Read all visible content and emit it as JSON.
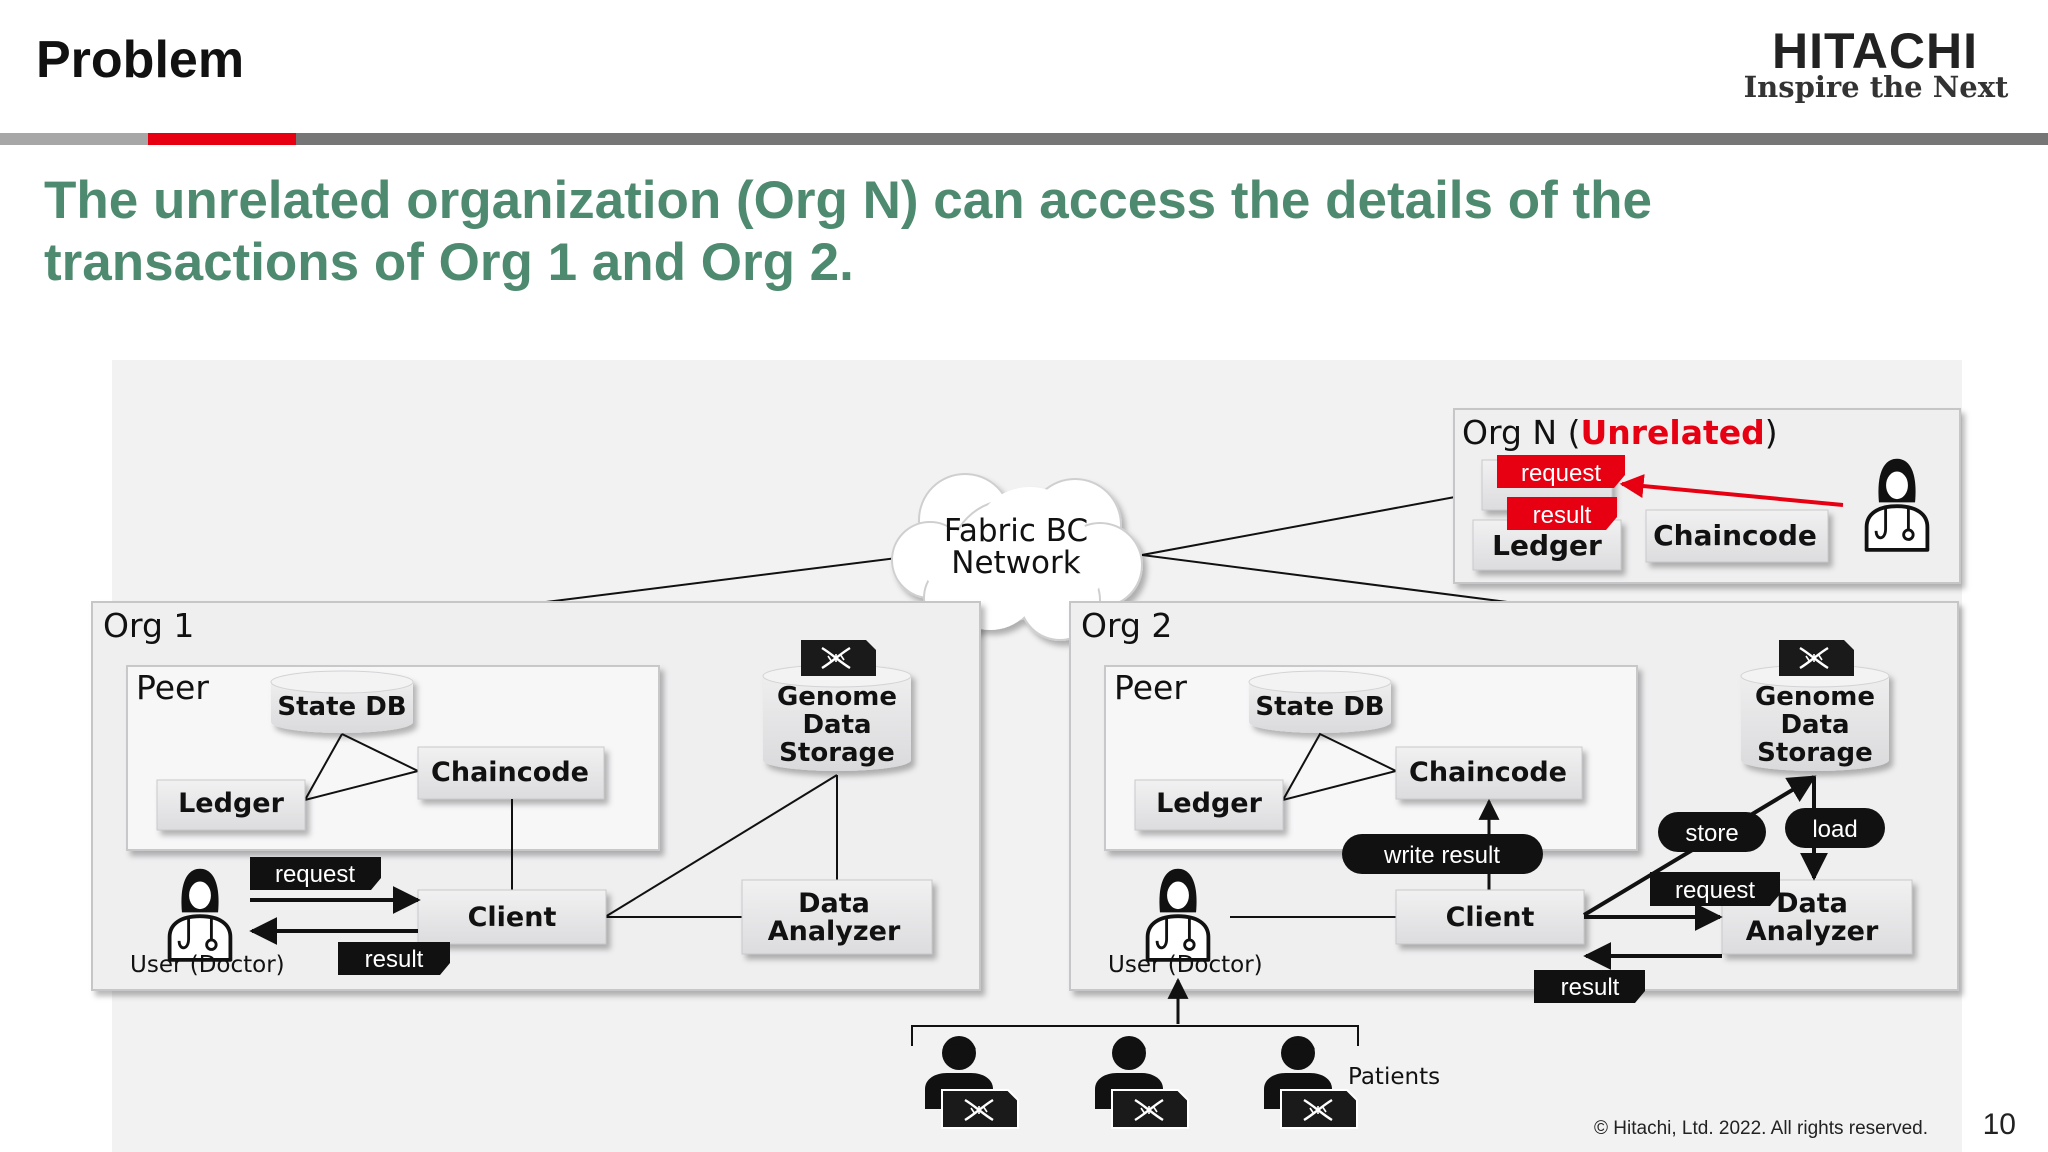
{
  "header": {
    "title": "Problem",
    "logo_text": "HITACHI",
    "tagline": "Inspire the Next"
  },
  "headline": {
    "line1": "The unrelated organization (Org N) can access the details of the",
    "line2": "transactions of Org 1 and Org 2."
  },
  "network": {
    "line1": "Fabric BC",
    "line2": "Network"
  },
  "org_n": {
    "title_prefix": "Org N (",
    "title_highlight": "Unrelated",
    "title_suffix": ")",
    "request_tag": "request",
    "result_tag": "result",
    "ledger": "Ledger",
    "chaincode": "Chaincode"
  },
  "org1": {
    "title": "Org 1",
    "peer": "Peer",
    "state_db": "State DB",
    "chaincode": "Chaincode",
    "ledger": "Ledger",
    "storage": {
      "l1": "Genome",
      "l2": "Data",
      "l3": "Storage"
    },
    "client": "Client",
    "analyzer": {
      "l1": "Data",
      "l2": "Analyzer"
    },
    "request_tag": "request",
    "result_tag": "result",
    "user_label": "User (Doctor)"
  },
  "org2": {
    "title": "Org 2",
    "peer": "Peer",
    "state_db": "State DB",
    "chaincode": "Chaincode",
    "ledger": "Ledger",
    "storage": {
      "l1": "Genome",
      "l2": "Data",
      "l3": "Storage"
    },
    "client": "Client",
    "analyzer": {
      "l1": "Data",
      "l2": "Analyzer"
    },
    "write_result_tag": "write result",
    "store_tag": "store",
    "load_tag": "load",
    "request_tag": "request",
    "result_tag": "result",
    "user_label": "User (Doctor)"
  },
  "patients_label": "Patients",
  "footer": {
    "copyright": "© Hitachi, Ltd. 2022. All rights reserved.",
    "page_number": "10"
  },
  "colors": {
    "headline_green": "#4e8a6f",
    "accent_red": "#e60012",
    "rule_gray": "#777777",
    "box_fill": "#e4e4e6",
    "panel_fill": "#f2f2f2"
  },
  "icons": {
    "doctor": "doctor-icon",
    "patient": "patient-icon",
    "dna": "dna-icon",
    "cloud": "cloud-icon"
  }
}
